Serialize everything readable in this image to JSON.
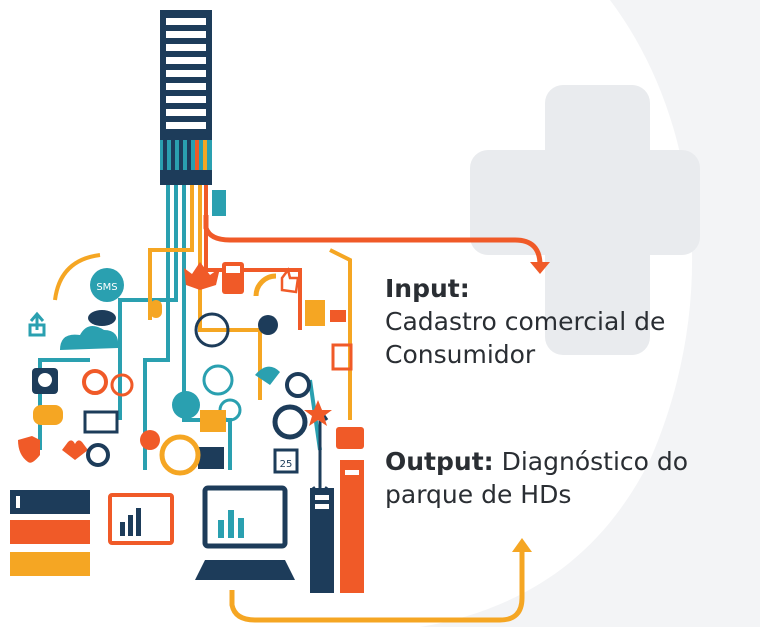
{
  "input": {
    "label": "Input:",
    "line1": "Cadastro comercial de",
    "line2": "Consumidor"
  },
  "output": {
    "label": "Output:",
    "line1": " Diagnóstico do",
    "line2": "parque de HDs"
  },
  "icons": {
    "sms_text": "SMS",
    "calendar_day": "25"
  },
  "colors": {
    "orange": "#f05a28",
    "amber": "#f5a623",
    "teal": "#2aa0b0",
    "navy": "#1d3c5a",
    "text": "#2a2e33"
  }
}
